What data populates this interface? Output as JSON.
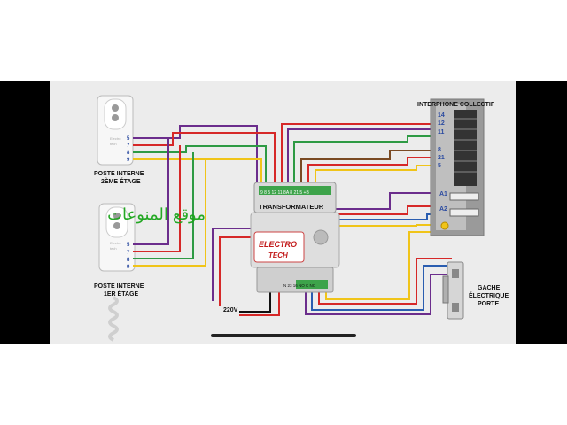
{
  "labels": {
    "poste2_line1": "POSTE INTERNE",
    "poste2_line2": "2ÈME ÉTAGE",
    "poste1_line1": "POSTE INTERNE",
    "poste1_line2": "1ER ÉTAGE",
    "transformateur": "TRANSFORMATEUR",
    "interphone": "INTERPHONE COLLECTIF",
    "gache_line1": "GACHE",
    "gache_line2": "ÉLECTRIQUE",
    "gache_line3": "PORTE",
    "v220": "220V",
    "brand_line1": "ELECTRO",
    "brand_line2": "TECH",
    "watermark": "موقع المنوعات"
  },
  "poste2_terminals": [
    "5",
    "7",
    "8",
    "9"
  ],
  "poste1_terminals": [
    "5",
    "7",
    "8",
    "9"
  ],
  "interphone_terminals": [
    "14",
    "12",
    "11",
    "8",
    "21",
    "5",
    "A1",
    "A2"
  ],
  "transfo_top_terminals": "9 8 5 12 11 8A 8 21 5 +B",
  "transfo_bottom_terminals": "N   23 16 NO C NC",
  "colors": {
    "purple": "#6b2d8c",
    "red": "#d62828",
    "green": "#2e9a44",
    "yellow": "#f0c419",
    "brown": "#7a4a24",
    "blue": "#2a5db0",
    "black": "#111111",
    "watermark": "#1aa51a"
  }
}
